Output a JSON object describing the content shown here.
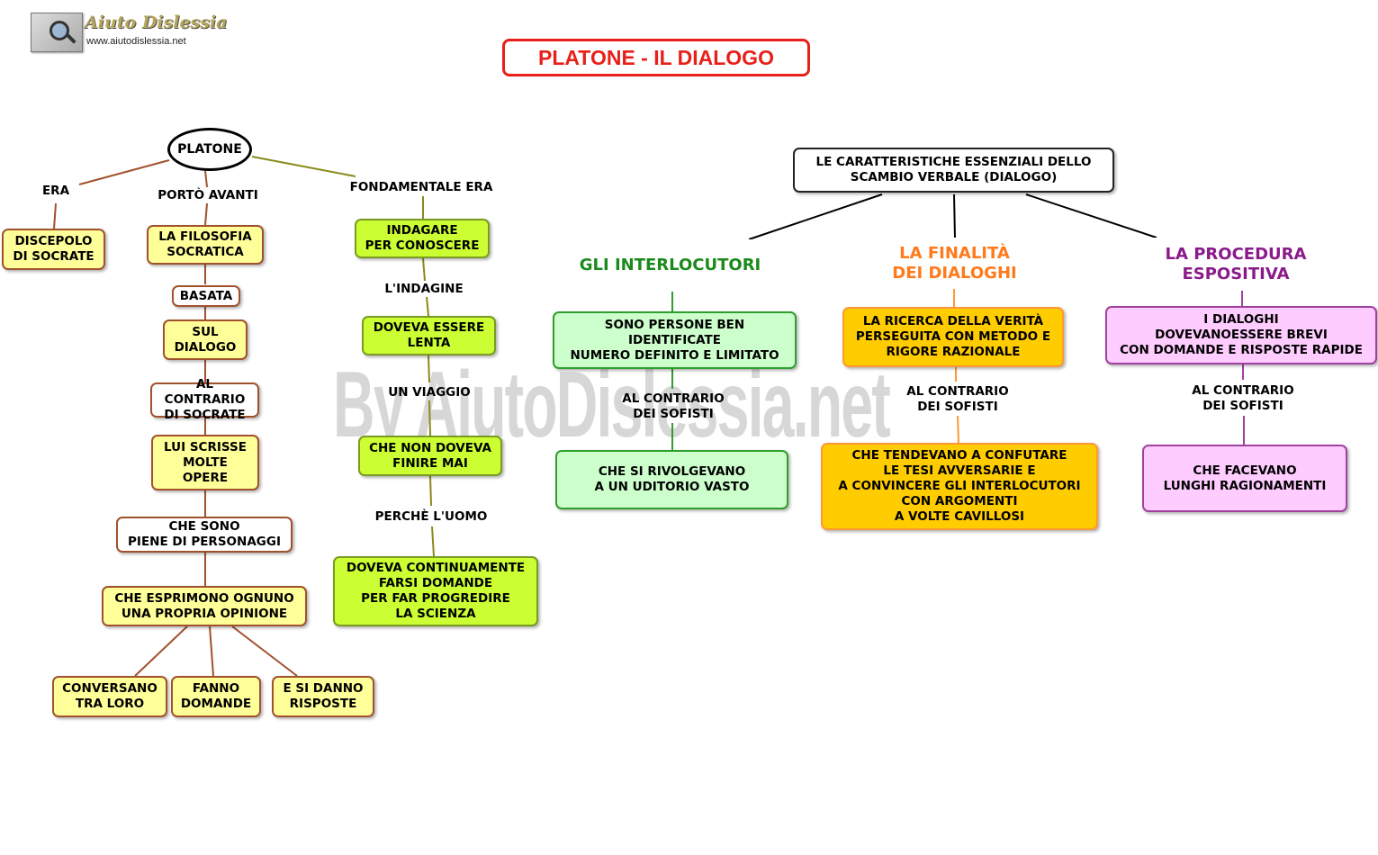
{
  "header": {
    "logo_title": "Aiuto Dislessia",
    "logo_url": "www.aiutodislessia.net",
    "title": "PLATONE - IL DIALOGO",
    "watermark": "By AiutoDislessia.net"
  },
  "left_map": {
    "root": "PLATONE",
    "links": {
      "era": "ERA",
      "porto_avanti": "PORTÒ AVANTI",
      "fondamentale_era": "FONDAMENTALE ERA",
      "lindagine": "L'INDAGINE",
      "un_viaggio": "UN VIAGGIO",
      "perche_luomo": "PERCHÈ L'UOMO"
    },
    "nodes": {
      "discepolo": "DISCEPOLO\nDI SOCRATE",
      "filosofia": "LA FILOSOFIA\nSOCRATICA",
      "basata": "BASATA",
      "sul_dialogo": "SUL\nDIALOGO",
      "al_contrario": "AL CONTRARIO\nDI SOCRATE",
      "lui_scrisse": "LUI SCRISSE\nMOLTE\nOPERE",
      "che_sono": "CHE SONO\nPIENE DI PERSONAGGI",
      "che_esprimono": "CHE ESPRIMONO OGNUNO\nUNA PROPRIA OPINIONE",
      "conversano": "CONVERSANO\nTRA LORO",
      "fanno": "FANNO\nDOMANDE",
      "si_danno": "E SI DANNO\nRISPOSTE",
      "indagare": "INDAGARE\nPER CONOSCERE",
      "doveva_lenta": "DOVEVA ESSERE\nLENTA",
      "non_finire": "CHE NON DOVEVA\nFINIRE MAI",
      "continuamente": "DOVEVA CONTINUAMENTE\nFARSI DOMANDE\nPER FAR PROGREDIRE\nLA SCIENZA"
    }
  },
  "right_map": {
    "root": "LE CARATTERISTICHE ESSENZIALI DELLO\nSCAMBIO VERBALE (DIALOGO)",
    "branches": [
      {
        "title": "GLI INTERLOCUTORI",
        "detail": "SONO  PERSONE BEN\nIDENTIFICATE\nNUMERO DEFINITO E LIMITATO",
        "link": "AL CONTRARIO\nDEI SOFISTI",
        "contrast": "CHE SI RIVOLGEVANO\nA UN UDITORIO VASTO"
      },
      {
        "title": "LA FINALITÀ\nDEI DIALOGHI",
        "detail": "LA RICERCA DELLA VERITÀ\nPERSEGUITA CON METODO E\nRIGORE RAZIONALE",
        "link": "AL CONTRARIO\nDEI SOFISTI",
        "contrast": "CHE TENDEVANO A CONFUTARE\nLE TESI AVVERSARIE E\nA CONVINCERE GLI INTERLOCUTORI\nCON ARGOMENTI\nA VOLTE CAVILLOSI"
      },
      {
        "title": "LA PROCEDURA\nESPOSITIVA",
        "detail": "I DIALOGHI\nDOVEVANOESSERE BREVI\nCON DOMANDE E RISPOSTE RAPIDE",
        "link": "AL CONTRARIO\nDEI SOFISTI",
        "contrast": "CHE FACEVANO\nLUNGHI RAGIONAMENTI"
      }
    ]
  },
  "colors": {
    "title_red": "#e8201a",
    "node_yellow": "#ffff99",
    "node_lime": "#ccff33",
    "node_green": "#ccffcc",
    "node_orange": "#ffcc00",
    "node_pink": "#ffccff",
    "link_brown": "#a0522d",
    "link_olive": "#8a8a1a"
  }
}
